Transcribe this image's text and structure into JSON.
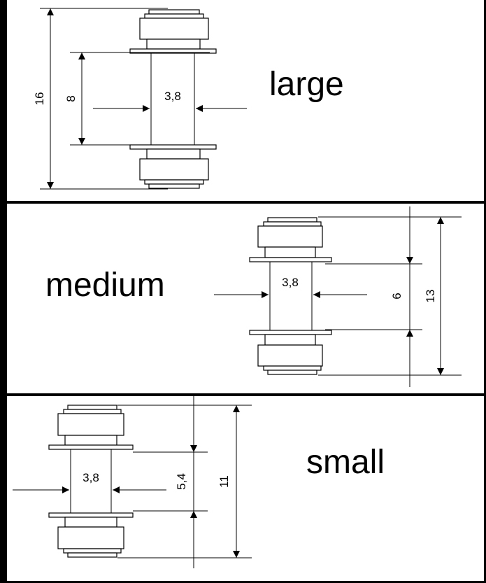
{
  "panels": {
    "large": {
      "label": "large",
      "height": "16",
      "shaft": "8",
      "width": "3,8"
    },
    "medium": {
      "label": "medium",
      "height": "13",
      "shaft": "6",
      "width": "3,8"
    },
    "small": {
      "label": "small",
      "height": "11",
      "shaft": "5,4",
      "width": "3,8"
    }
  }
}
